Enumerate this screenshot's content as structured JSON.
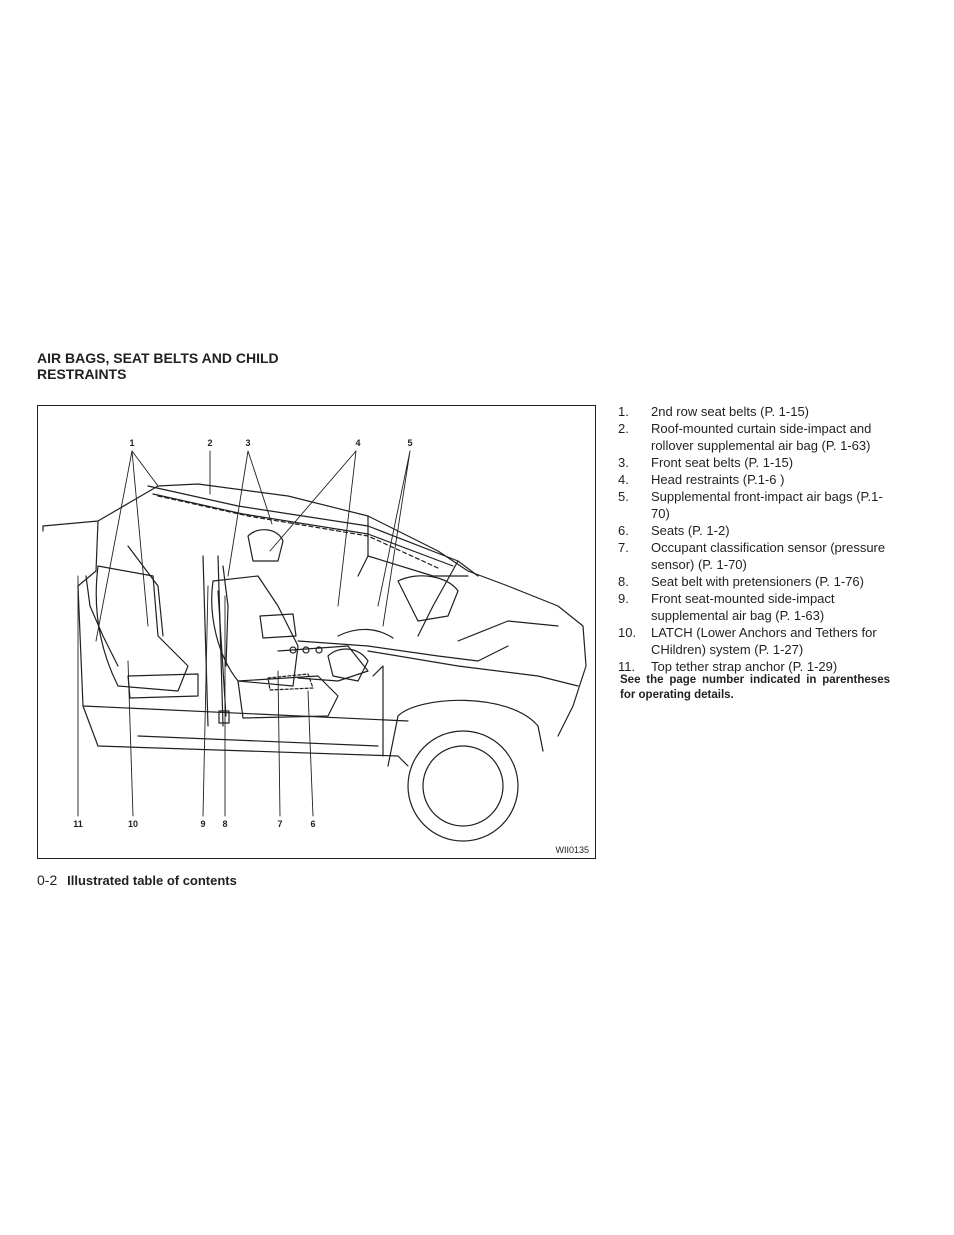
{
  "section_title": "AIR BAGS, SEAT BELTS AND CHILD RESTRAINTS",
  "figure": {
    "callouts_top": [
      "1",
      "2",
      "3",
      "4",
      "5"
    ],
    "callouts_bottom": [
      "11",
      "10",
      "9",
      "8",
      "7",
      "6"
    ],
    "figure_code": "WII0135"
  },
  "legend": [
    {
      "num": "1.",
      "text": "2nd row seat belts (P. 1-15)"
    },
    {
      "num": "2.",
      "text": "Roof-mounted curtain side-impact and rollover supplemental air bag (P. 1-63)"
    },
    {
      "num": "3.",
      "text": "Front seat belts (P. 1-15)"
    },
    {
      "num": "4.",
      "text": "Head restraints (P.1-6 )"
    },
    {
      "num": "5.",
      "text": "Supplemental front-impact air bags (P.1-70)"
    },
    {
      "num": "6.",
      "text": "Seats (P. 1-2)"
    },
    {
      "num": "7.",
      "text": "Occupant classification sensor (pressure sensor) (P. 1-70)"
    },
    {
      "num": "8.",
      "text": "Seat belt with pretensioners (P. 1-76)"
    },
    {
      "num": "9.",
      "text": "Front seat-mounted side-impact supplemental air bag (P. 1-63)"
    },
    {
      "num": "10.",
      "text": "LATCH (Lower Anchors and Tethers for CHildren) system (P. 1-27)"
    },
    {
      "num": "11.",
      "text": "Top tether strap anchor (P. 1-29)"
    }
  ],
  "legend_note": "See the page number indicated in parentheses for operating details.",
  "footer": {
    "page_number": "0-2",
    "title": "Illustrated table of contents"
  }
}
